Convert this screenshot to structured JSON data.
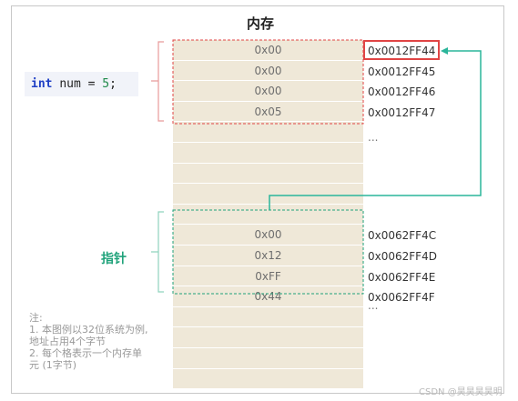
{
  "title": "内存",
  "code": {
    "keyword": "int",
    "identifier": "num",
    "operator": "=",
    "literal": "5",
    "terminator": ";"
  },
  "memory": {
    "cells": [
      {
        "value": "0x00",
        "address": "0x0012FF44"
      },
      {
        "value": "0x00",
        "address": "0x0012FF45"
      },
      {
        "value": "0x00",
        "address": "0x0012FF46"
      },
      {
        "value": "0x05",
        "address": "0x0012FF47"
      },
      {
        "value": "",
        "address": ""
      },
      {
        "value": "",
        "address": ""
      },
      {
        "value": "",
        "address": ""
      },
      {
        "value": "",
        "address": ""
      },
      {
        "value": "",
        "address": ""
      },
      {
        "value": "0x00",
        "address": "0x0062FF4C"
      },
      {
        "value": "0x12",
        "address": "0x0062FF4D"
      },
      {
        "value": "0xFF",
        "address": "0x0062FF4E"
      },
      {
        "value": "0x44",
        "address": "0x0062FF4F"
      },
      {
        "value": "",
        "address": ""
      },
      {
        "value": "",
        "address": ""
      },
      {
        "value": "",
        "address": ""
      },
      {
        "value": "",
        "address": ""
      }
    ],
    "ellipsis_1": "...",
    "ellipsis_2": "..."
  },
  "pointer_label": "指针",
  "note": {
    "heading": "注:",
    "line1": "1. 本图例以32位系统为例,",
    "line2": "地址占用4个字节",
    "line3": "2. 每个格表示一个内存单",
    "line4": "元 (1字节)"
  },
  "watermark": "CSDN @昊昊昊昊明",
  "colors": {
    "cell_fill": "#efe8d8",
    "red_group": "#e04545",
    "green_group": "#1fa27a",
    "arrow": "#2ab59a"
  }
}
